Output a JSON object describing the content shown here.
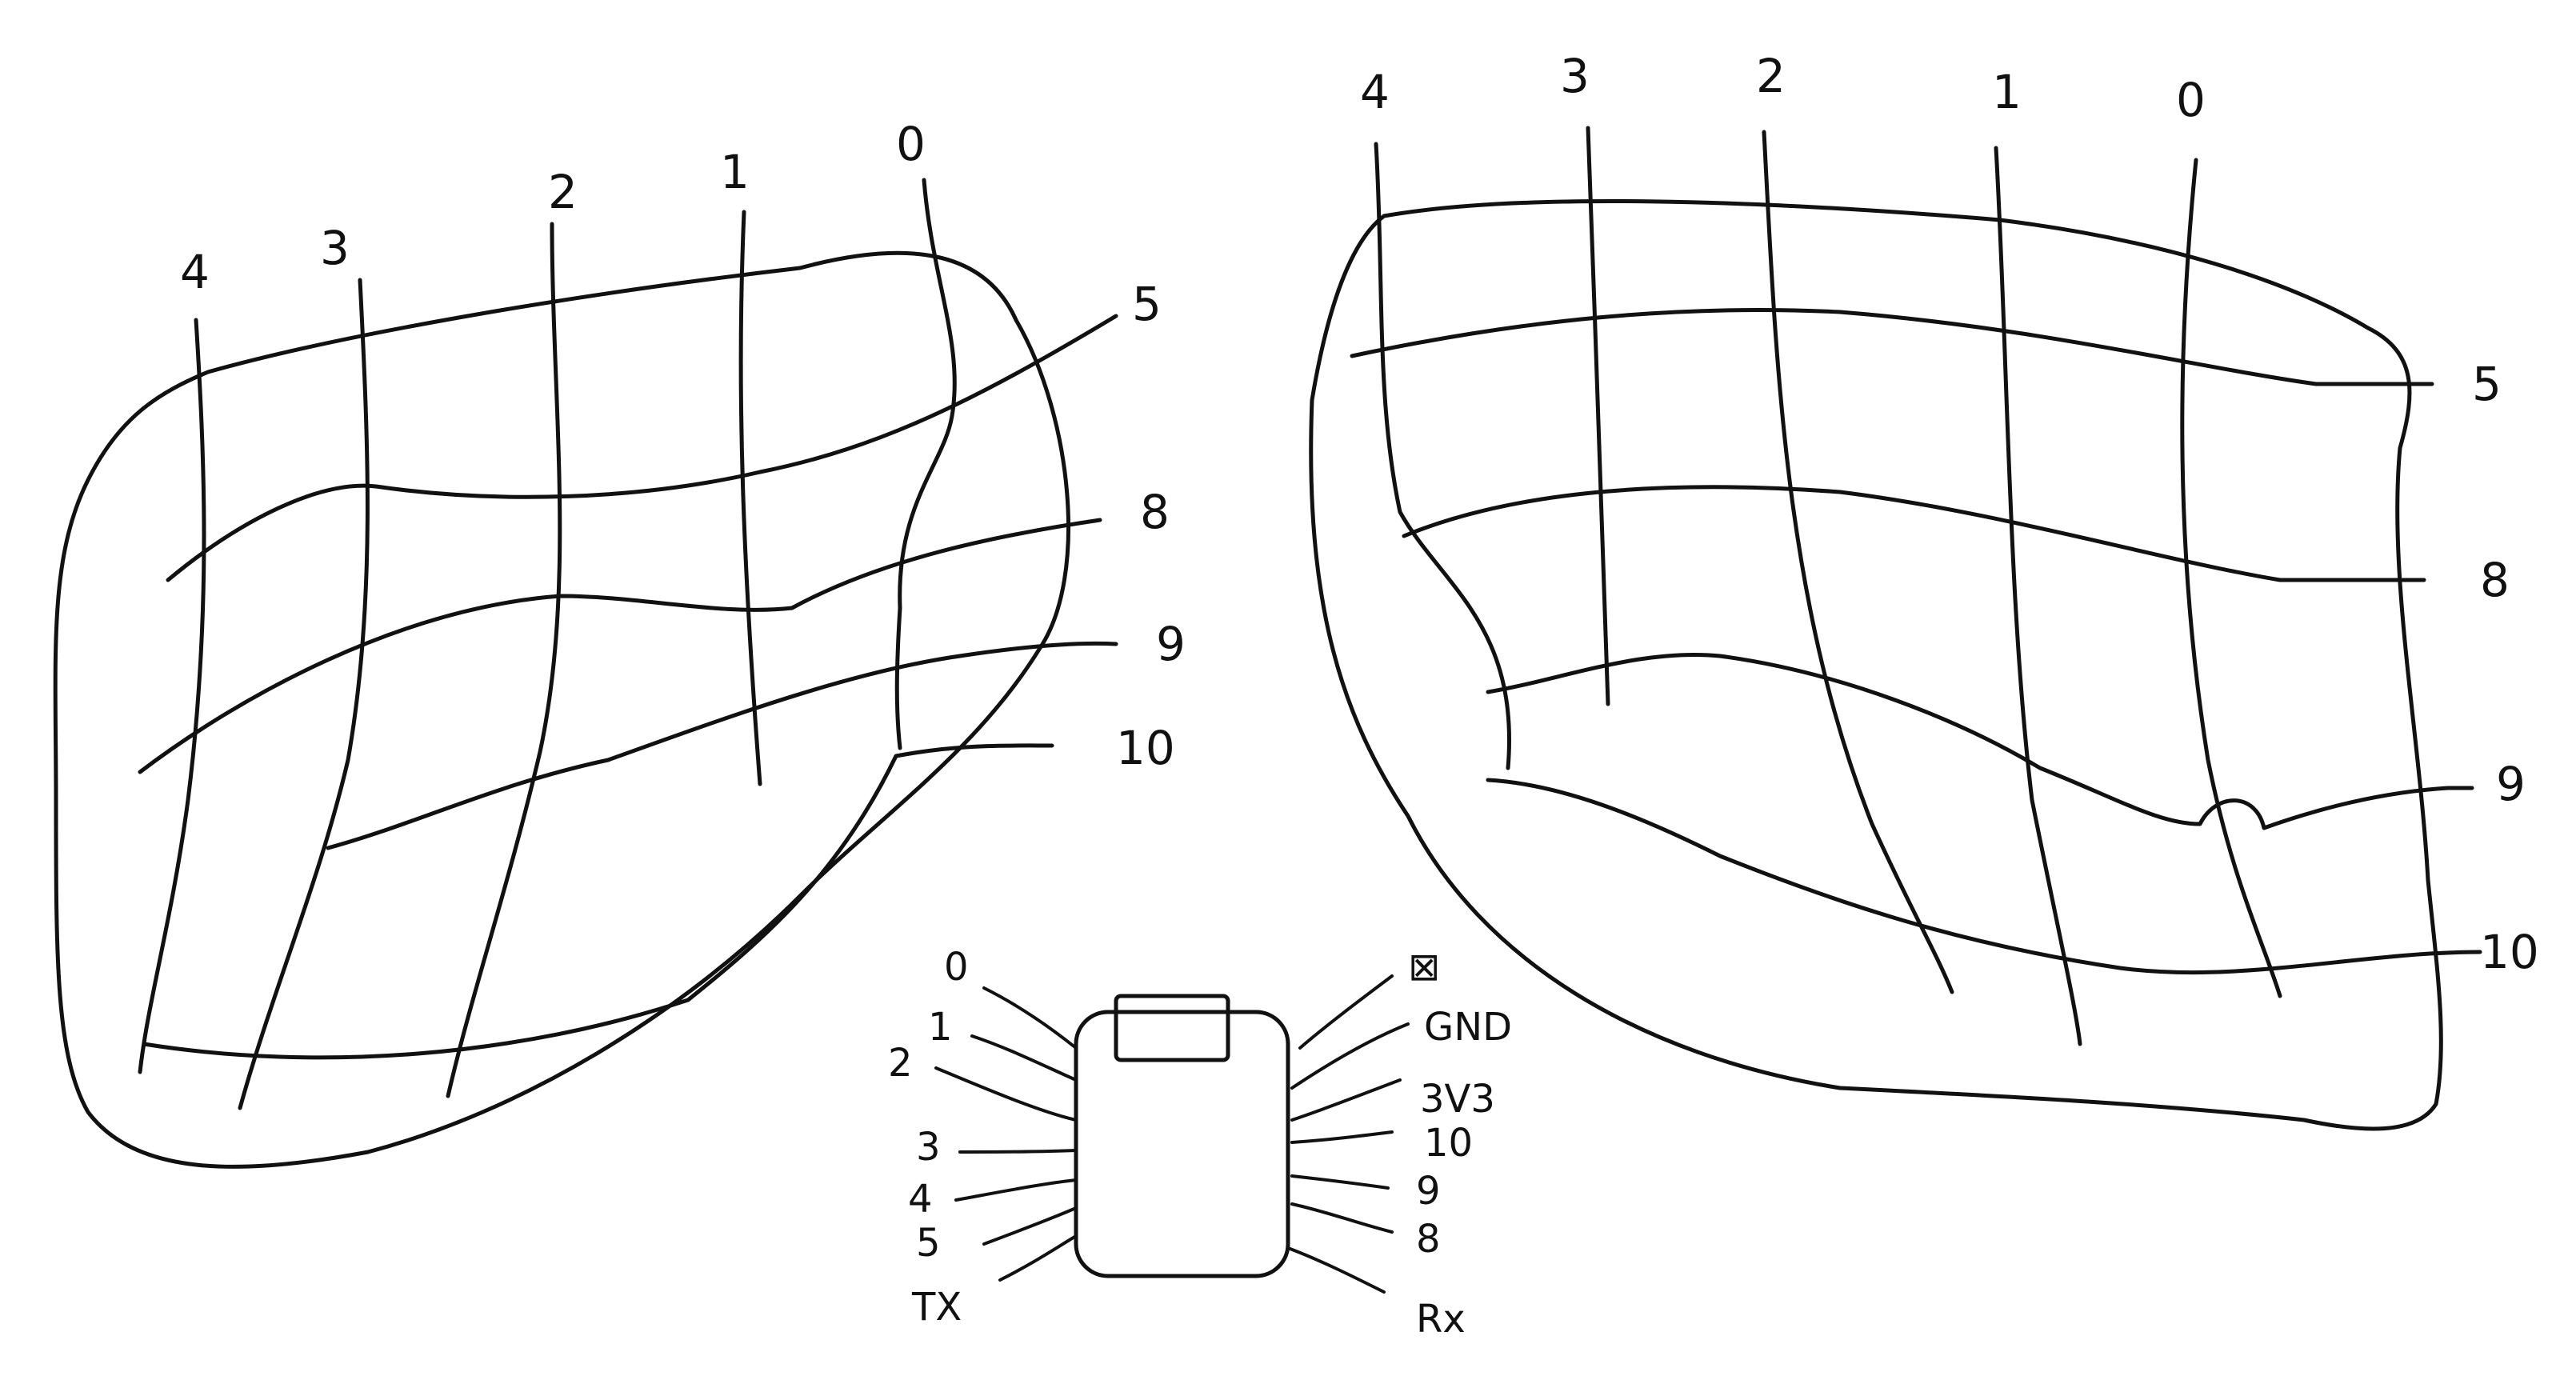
{
  "left_hand": {
    "column_labels": [
      "4",
      "3",
      "2",
      "1",
      "0"
    ],
    "row_labels": [
      "5",
      "8",
      "9",
      "10"
    ]
  },
  "right_hand": {
    "column_labels": [
      "4",
      "3",
      "2",
      "1",
      "0"
    ],
    "row_labels": [
      "5",
      "8",
      "9",
      "10"
    ]
  },
  "microcontroller": {
    "left_pins": [
      "0",
      "1",
      "2",
      "3",
      "4",
      "5",
      "TX"
    ],
    "right_pins": [
      "⊠",
      "GND",
      "3V3",
      "10",
      "9",
      "8",
      "Rx"
    ]
  },
  "colors": {
    "ink": "#111111",
    "paper": "#ffffff"
  }
}
